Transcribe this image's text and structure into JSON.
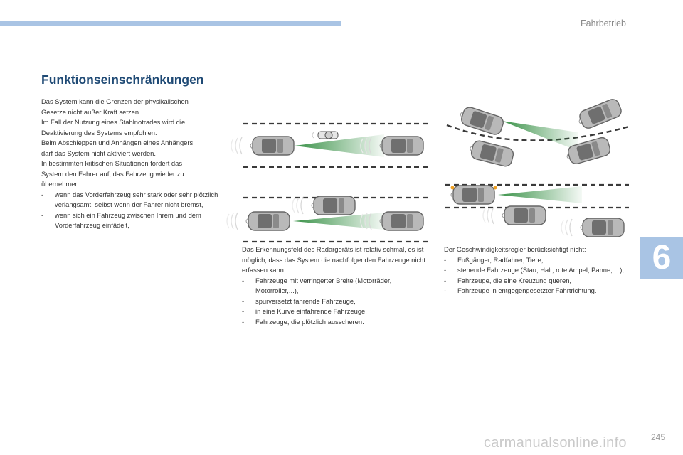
{
  "header": {
    "chapter": "Fahrbetrieb"
  },
  "section": {
    "title": "Funktionseinschränkungen"
  },
  "col1": {
    "lines": [
      "Das System kann die Grenzen der physikalischen",
      "Gesetze nicht außer Kraft setzen.",
      "Im Fall der Nutzung eines Stahlnotrades wird die",
      "Deaktivierung des Systems empfohlen.",
      "Beim Abschleppen und Anhängen eines Anhängers",
      "darf das System nicht aktiviert werden.",
      "In bestimmten kritischen Situationen fordert das",
      "System den Fahrer auf, das Fahrzeug wieder zu",
      "übernehmen:"
    ],
    "items": [
      "wenn das Vorderfahrzeug sehr stark oder sehr plötzlich verlangsamt, selbst wenn der Fahrer nicht bremst,",
      "wenn sich ein Fahrzeug zwischen Ihrem und dem Vorderfahrzeug einfädelt,"
    ]
  },
  "col2": {
    "intro": "Das Erkennungsfeld des Radargeräts ist relativ schmal, es ist möglich, dass das System die nachfolgenden Fahrzeuge nicht erfassen kann:",
    "items": [
      "Fahrzeuge mit verringerter Breite (Motorräder, Motorroller,...),",
      "spurversetzt fahrende Fahrzeuge,",
      "in eine Kurve einfahrende Fahrzeuge,",
      "Fahrzeuge, die plötzlich ausscheren."
    ]
  },
  "col3": {
    "intro": "Der Geschwindigkeitsregler berücksichtigt nicht:",
    "items": [
      "Fußgänger, Radfahrer, Tiere,",
      "stehende Fahrzeuge (Stau, Halt, rote Ampel, Panne, ...),",
      "Fahrzeuge, die eine Kreuzung queren,",
      "Fahrzeuge in entgegengesetzter Fahrtrichtung."
    ]
  },
  "bullet_symbol": "-",
  "chapter_number": "6",
  "page_number": "245",
  "watermark": "carmanualsonline.info",
  "colors": {
    "accent": "#a9c4e4",
    "title": "#1f4a75",
    "radar": "#2e8b3d"
  }
}
